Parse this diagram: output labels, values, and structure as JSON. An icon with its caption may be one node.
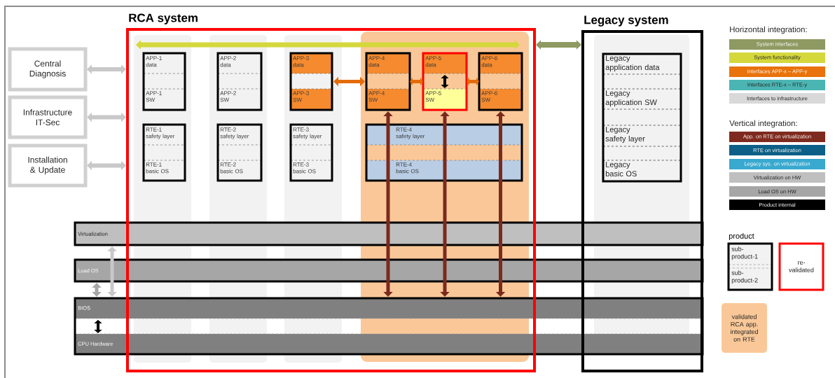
{
  "diagram": {
    "nodes": [
      {
        "text": [
          "RCA system"
        ]
      },
      {
        "text": [
          "Legacy system"
        ]
      },
      {
        "text": [
          "Central Diagnosis"
        ]
      },
      {
        "text": [
          "Infrastructure IT-Sec"
        ]
      },
      {
        "text": [
          "Installation & Update"
        ]
      },
      {
        "text": [
          "APP-1 data",
          "APP-1 SW"
        ],
        "in": 0
      },
      {
        "text": [
          "APP-2 data",
          "APP-2 SW"
        ],
        "in": 0
      },
      {
        "text": [
          "APP-3 data",
          "APP-3 SW"
        ],
        "in": 0
      },
      {
        "text": [
          "APP-4 data",
          "APP-4 SW"
        ],
        "in": 0
      },
      {
        "text": [
          "APP-5 data",
          "APP-5 SW"
        ],
        "in": 0
      },
      {
        "text": [
          "APP-6 data",
          "APP-6 SW"
        ],
        "in": 0
      },
      {
        "text": [
          "RTE-1 safety layer",
          "RTE-1 basic OS"
        ],
        "in": 0
      },
      {
        "text": [
          "RTE-2 safety layer",
          "RTE-2 basic OS"
        ],
        "in": 0
      },
      {
        "text": [
          "RTE-3 safety layer",
          "RTE-3 basic OS"
        ],
        "in": 0
      },
      {
        "text": [
          "RTE-4 safety layer",
          "RTE-4 basic OS"
        ],
        "in": 0
      },
      {
        "text": [
          "Legacy application data",
          "Legacy application SW",
          "Legacy safety layer",
          "Legacy basic OS"
        ],
        "in": 1
      },
      {
        "text": [
          "Virtualization"
        ]
      },
      {
        "text": [
          "Load OS"
        ]
      },
      {
        "text": [
          "BIOS",
          "CPU Hardware"
        ]
      },
      {
        "text": [
          "product",
          "sub-product-1",
          "sub-product-2"
        ]
      },
      {
        "text": [
          "re-validated"
        ]
      },
      {
        "text": [
          "validated RCA app. integrated on RTE"
        ]
      }
    ],
    "edges": [
      {
        "from": 2,
        "to": 0,
        "arrow": "both",
        "color": "#c8c8c8"
      },
      {
        "from": 3,
        "to": 0,
        "arrow": "both",
        "color": "#c8c8c8"
      },
      {
        "from": 4,
        "to": 0,
        "arrow": "both",
        "color": "#c8c8c8"
      },
      {
        "from": 0,
        "to": 1,
        "arrow": "both",
        "color": "#8e9a62"
      },
      {
        "from": 7,
        "to": 8,
        "arrow": "both",
        "color": "#e36c0a"
      },
      {
        "from": 8,
        "to": 9,
        "arrow": "both",
        "color": "#e36c0a"
      },
      {
        "from": 9,
        "to": 10,
        "arrow": "both",
        "color": "#e36c0a"
      },
      {
        "from": 14,
        "to": 8,
        "arrow": "to",
        "color": "#7b2a1e"
      },
      {
        "from": 14,
        "to": 9,
        "arrow": "to",
        "color": "#7b2a1e"
      },
      {
        "from": 14,
        "to": 10,
        "arrow": "to",
        "color": "#7b2a1e"
      },
      {
        "from": 14,
        "to": 16,
        "arrow": "none",
        "color": "#7b2a1e"
      },
      {
        "from": 14,
        "to": 16,
        "arrow": "none",
        "color": "#7b2a1e"
      },
      {
        "from": 14,
        "to": 16,
        "arrow": "none",
        "color": "#7b2a1e"
      },
      {
        "from": 16,
        "to": 17,
        "arrow": "none",
        "color": "#7b2a1e"
      },
      {
        "from": 16,
        "to": 17,
        "arrow": "none",
        "color": "#7b2a1e"
      },
      {
        "from": 16,
        "to": 17,
        "arrow": "none",
        "color": "#7b2a1e"
      },
      {
        "from": 17,
        "to": 18,
        "arrow": "to",
        "color": "#7b2a1e"
      },
      {
        "from": 17,
        "to": 18,
        "arrow": "to",
        "color": "#7b2a1e"
      },
      {
        "from": 17,
        "to": 18,
        "arrow": "to",
        "color": "#7b2a1e"
      },
      {
        "from": 17,
        "to": 16,
        "arrow": "to",
        "color": "#c8c8c8"
      },
      {
        "from": 17,
        "to": 18,
        "arrow": "to",
        "color": "#c8c8c8"
      },
      {
        "from": 17,
        "to": 18,
        "arrow": "both",
        "color": "#a6a6a6"
      }
    ],
    "labels": [
      "Horizontal integration:",
      "Vertical integration:"
    ],
    "legend": [
      {
        "text": "System interfaces",
        "color": "#8e9a62"
      },
      {
        "text": "System functionality",
        "color": "#d4d83c"
      },
      {
        "text": "Interfaces APP-x – APP-y",
        "color": "#e9720c"
      },
      {
        "text": "Interfaces RTE-x – RTE-y",
        "color": "#4bb5b3"
      },
      {
        "text": "Interfaces to infrastructure",
        "color": "#d9d9d9"
      },
      {
        "text": "App. on RTE on virtualization",
        "color": "#7f2a1e"
      },
      {
        "text": "RTE on virtualization",
        "color": "#0c5f86"
      },
      {
        "text": "Legacy sys. on virtualization",
        "color": "#39a9cf"
      },
      {
        "text": "Virtualization on HW",
        "color": "#bfbfbf"
      },
      {
        "text": "Load OS on HW",
        "color": "#a6a6a6"
      },
      {
        "text": "Product internal",
        "color": "#000000"
      }
    ]
  }
}
